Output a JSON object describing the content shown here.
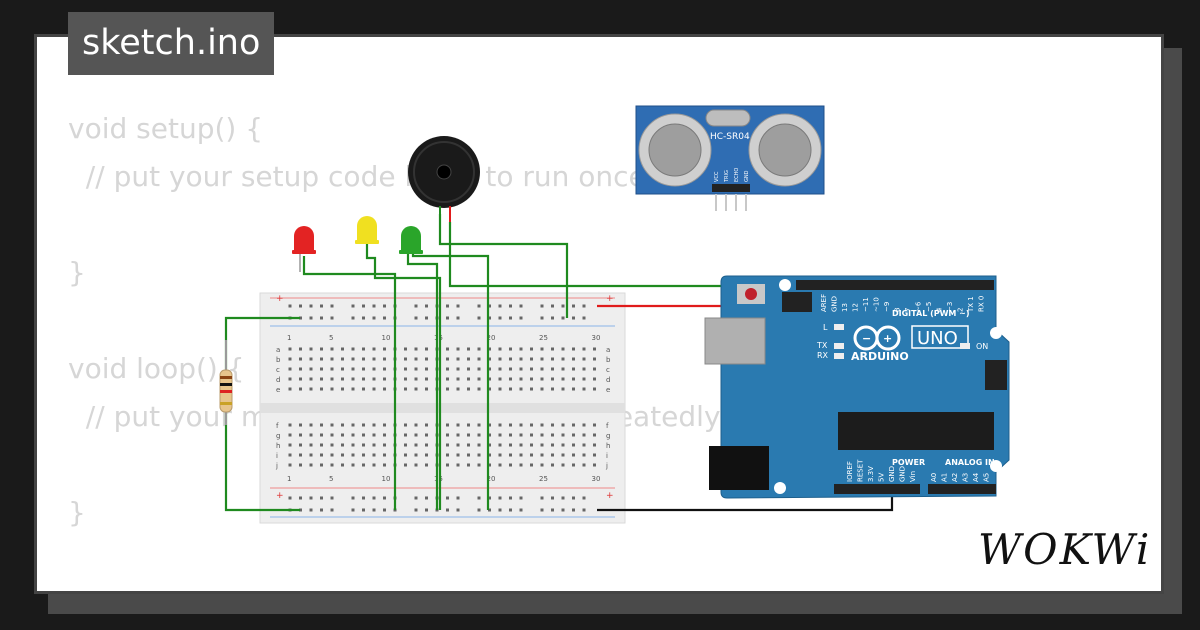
{
  "editor": {
    "filename": "sketch.ino",
    "code_lines": [
      "void setup() {",
      "  // put your setup code here, to run once:",
      "",
      "}",
      "",
      "void loop() {",
      "  // put your main code here, to run repeatedly:",
      "",
      "}"
    ]
  },
  "breadboard": {
    "column_numbers": [
      "1",
      "5",
      "10",
      "15",
      "20",
      "25",
      "30"
    ],
    "row_letters_top": [
      "a",
      "b",
      "c",
      "d",
      "e"
    ],
    "row_letters_bottom": [
      "f",
      "g",
      "h",
      "i",
      "j"
    ],
    "rail_plus": "+",
    "rail_minus": "-"
  },
  "leds": [
    {
      "color_name": "red",
      "color": "#e32323"
    },
    {
      "color_name": "yellow",
      "color": "#f0e020"
    },
    {
      "color_name": "green",
      "color": "#2aa52a"
    }
  ],
  "sensor": {
    "label": "HC-SR04",
    "pins": [
      "VCC",
      "TRIG",
      "ECHO",
      "GND"
    ]
  },
  "arduino": {
    "brand": "ARDUINO",
    "model": "UNO",
    "digital_label": "DIGITAL (PWM ~)",
    "digital_pins": [
      "AREF",
      "GND",
      "13",
      "12",
      "~11",
      "~10",
      "~9",
      "8",
      "7",
      "~6",
      "~5",
      "4",
      "~3",
      "2",
      "TX 1",
      "RX 0"
    ],
    "power_label": "POWER",
    "power_pins": [
      "IOREF",
      "RESET",
      "3.3V",
      "5V",
      "GND",
      "GND",
      "Vin"
    ],
    "analog_label": "ANALOG IN",
    "analog_pins": [
      "A0",
      "A1",
      "A2",
      "A3",
      "A4",
      "A5"
    ],
    "led_labels": [
      "L",
      "TX",
      "RX",
      "ON"
    ]
  },
  "wire_colors": {
    "green": "#1f8a1f",
    "red": "#e01b1b",
    "black": "#111111"
  },
  "brand_logo": "WOKWi"
}
